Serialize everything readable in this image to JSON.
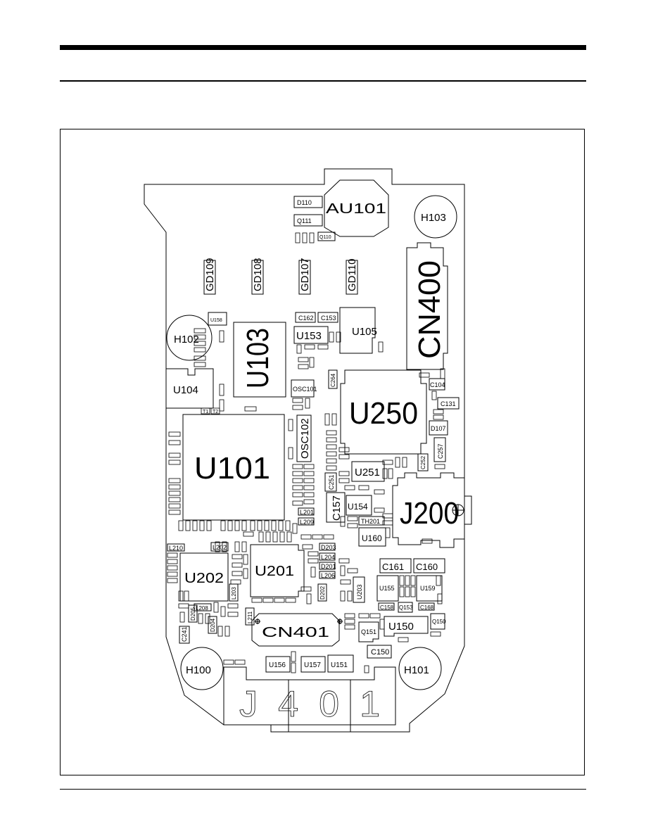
{
  "board": {
    "components": [
      {
        "id": "au101",
        "label": "AU101",
        "size": "med"
      },
      {
        "id": "d110",
        "label": "D110",
        "size": "xs"
      },
      {
        "id": "q111",
        "label": "Q111",
        "size": "xs"
      },
      {
        "id": "q110",
        "label": "Q110",
        "size": "xs"
      },
      {
        "id": "h103",
        "label": "H103",
        "size": "sm"
      },
      {
        "id": "gd109",
        "label": "GD109",
        "size": "sm"
      },
      {
        "id": "gd108",
        "label": "GD108",
        "size": "sm"
      },
      {
        "id": "gd107",
        "label": "GD107",
        "size": "sm"
      },
      {
        "id": "gd110",
        "label": "GD110",
        "size": "sm"
      },
      {
        "id": "cn400",
        "label": "CN400",
        "size": "big"
      },
      {
        "id": "u158",
        "label": "U158",
        "size": "xs"
      },
      {
        "id": "h102",
        "label": "H102",
        "size": "sm"
      },
      {
        "id": "u103",
        "label": "U103",
        "size": "big"
      },
      {
        "id": "c162",
        "label": "C162",
        "size": "xs"
      },
      {
        "id": "c153",
        "label": "C153",
        "size": "xs"
      },
      {
        "id": "u153",
        "label": "U153",
        "size": "sm"
      },
      {
        "id": "u105",
        "label": "U105",
        "size": "sm"
      },
      {
        "id": "u104",
        "label": "U104",
        "size": "sm"
      },
      {
        "id": "osc101",
        "label": "OSC101",
        "size": "xs"
      },
      {
        "id": "c264",
        "label": "C264",
        "size": "xs"
      },
      {
        "id": "u250",
        "label": "U250",
        "size": "big"
      },
      {
        "id": "c104",
        "label": "C104",
        "size": "xs"
      },
      {
        "id": "c131",
        "label": "C131",
        "size": "xs"
      },
      {
        "id": "d107",
        "label": "D107",
        "size": "xs"
      },
      {
        "id": "c257",
        "label": "C257",
        "size": "xs"
      },
      {
        "id": "c252",
        "label": "C252",
        "size": "xs"
      },
      {
        "id": "u101",
        "label": "U101",
        "size": "big"
      },
      {
        "id": "osc102",
        "label": "OSC102",
        "size": "sm"
      },
      {
        "id": "u251",
        "label": "U251",
        "size": "sm"
      },
      {
        "id": "c251",
        "label": "C251",
        "size": "xs"
      },
      {
        "id": "c157",
        "label": "C157",
        "size": "sm"
      },
      {
        "id": "u154",
        "label": "U154",
        "size": "sm"
      },
      {
        "id": "th201",
        "label": "TH201",
        "size": "xs"
      },
      {
        "id": "u160",
        "label": "U160",
        "size": "sm"
      },
      {
        "id": "j200",
        "label": "J200",
        "size": "big"
      },
      {
        "id": "l201",
        "label": "L201",
        "size": "xs"
      },
      {
        "id": "l209",
        "label": "L209",
        "size": "xs"
      },
      {
        "id": "l210",
        "label": "L210",
        "size": "xs"
      },
      {
        "id": "l202",
        "label": "L202",
        "size": "xs"
      },
      {
        "id": "u202",
        "label": "U202",
        "size": "med"
      },
      {
        "id": "u201",
        "label": "U201",
        "size": "med"
      },
      {
        "id": "d203",
        "label": "D203",
        "size": "xs"
      },
      {
        "id": "l204",
        "label": "L204",
        "size": "xs"
      },
      {
        "id": "d201",
        "label": "D201",
        "size": "xs"
      },
      {
        "id": "l206",
        "label": "L206",
        "size": "xs"
      },
      {
        "id": "u203",
        "label": "U203",
        "size": "xs"
      },
      {
        "id": "d202",
        "label": "D202",
        "size": "xs"
      },
      {
        "id": "c161",
        "label": "C161",
        "size": "sm"
      },
      {
        "id": "c160",
        "label": "C160",
        "size": "sm"
      },
      {
        "id": "u155",
        "label": "U155",
        "size": "xs"
      },
      {
        "id": "u159",
        "label": "U159",
        "size": "xs"
      },
      {
        "id": "c158",
        "label": "C158",
        "size": "xs"
      },
      {
        "id": "q153",
        "label": "Q153",
        "size": "xs"
      },
      {
        "id": "c168",
        "label": "C168",
        "size": "xs"
      },
      {
        "id": "l208",
        "label": "L208",
        "size": "xs"
      },
      {
        "id": "l203",
        "label": "L203",
        "size": "xs"
      },
      {
        "id": "l211",
        "label": "L211",
        "size": "xs"
      },
      {
        "id": "c241",
        "label": "C241",
        "size": "xs"
      },
      {
        "id": "d205",
        "label": "D205",
        "size": "xs"
      },
      {
        "id": "d204",
        "label": "D204",
        "size": "xs"
      },
      {
        "id": "cn401",
        "label": "CN401",
        "size": "med"
      },
      {
        "id": "q151",
        "label": "Q151",
        "size": "xs"
      },
      {
        "id": "u150",
        "label": "U150",
        "size": "sm"
      },
      {
        "id": "q150",
        "label": "Q150",
        "size": "xs"
      },
      {
        "id": "c150",
        "label": "C150",
        "size": "xs"
      },
      {
        "id": "h100",
        "label": "H100",
        "size": "sm"
      },
      {
        "id": "u156",
        "label": "U156",
        "size": "xs"
      },
      {
        "id": "u157",
        "label": "U157",
        "size": "xs"
      },
      {
        "id": "u151",
        "label": "U151",
        "size": "xs"
      },
      {
        "id": "h101",
        "label": "H101",
        "size": "sm"
      },
      {
        "id": "j401",
        "label": "J401",
        "size": "big"
      },
      {
        "id": "t1",
        "label": "T1",
        "size": "xs"
      },
      {
        "id": "t2",
        "label": "T2",
        "size": "xs"
      }
    ]
  }
}
